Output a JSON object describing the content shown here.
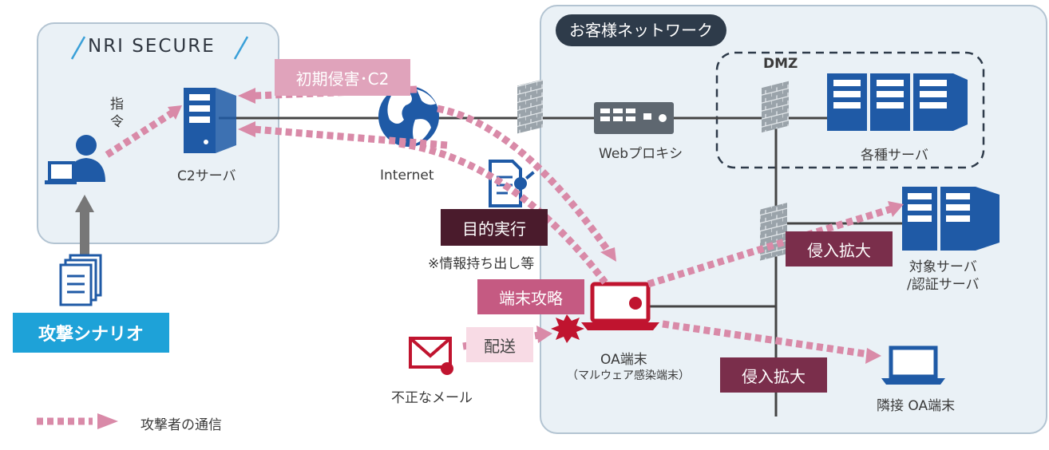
{
  "nri_panel": {
    "logo_text": "NRI SECURE",
    "instruction_label": "指\n令",
    "c2_server_label": "C2サーバ"
  },
  "internet_label": "Internet",
  "customer_panel": {
    "title": "お客様ネットワーク",
    "dmz_label": "DMZ",
    "web_proxy_label": "Webプロキシ",
    "servers_label": "各種サーバ",
    "target_server_label": "対象サーバ\n/認証サーバ",
    "oa_terminal_label": "OA端末",
    "oa_terminal_sub": "（マルウェア感染端末）",
    "adjacent_oa_label": "隣接 OA端末"
  },
  "tags": {
    "initial_intrusion": "初期侵害･C2",
    "objective_execution": "目的実行",
    "objective_note": "※情報持ち出し等",
    "terminal_capture": "端末攻略",
    "delivery": "配送",
    "lateral_1": "侵入拡大",
    "lateral_2": "侵入拡大"
  },
  "malicious_mail_label": "不正なメール",
  "scenario_label": "攻撃シナリオ",
  "legend": {
    "attacker_comm_label": "攻撃者の通信"
  },
  "colors": {
    "attack_pink": "#d98aa8",
    "tag_pink": "#c55a82",
    "tag_light_pink": "#f8dbe5",
    "tag_dark": "#4a1b2c",
    "tag_maroon": "#7a2e4b",
    "icon_blue": "#1f5aa6",
    "scenario_blue": "#1ea2d8",
    "panel_fill": "#eaf1f6"
  }
}
